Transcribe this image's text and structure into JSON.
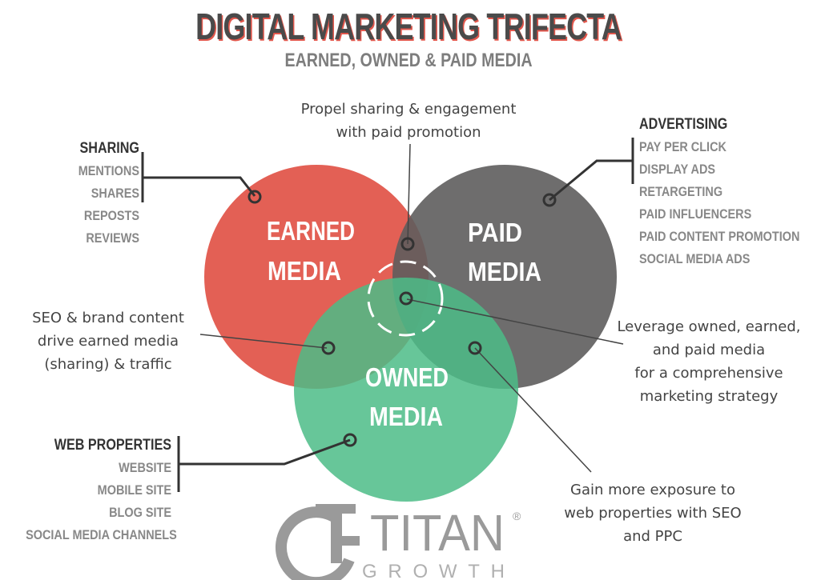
{
  "header": {
    "title": "DIGITAL MARKETING TRIFECTA",
    "subtitle": "EARNED, OWNED & PAID MEDIA"
  },
  "circles": {
    "earned": {
      "line1": "EARNED",
      "line2": "MEDIA",
      "color": "#e2574c"
    },
    "paid": {
      "line1": "PAID",
      "line2": "MEDIA",
      "color": "#6b6a6a"
    },
    "owned": {
      "line1": "OWNED",
      "line2": "MEDIA",
      "color": "#5cc394"
    }
  },
  "notes": {
    "top": [
      "Propel sharing & engagement",
      "with paid promotion"
    ],
    "left": [
      "SEO & brand content",
      "drive earned media",
      "(sharing) & traffic"
    ],
    "right": [
      "Leverage owned, earned,",
      "and paid media",
      "for a comprehensive",
      "marketing strategy"
    ],
    "bottom": [
      "Gain more exposure to",
      "web properties with SEO",
      "and PPC"
    ]
  },
  "lists": {
    "sharing": {
      "head": "SHARING",
      "items": [
        "MENTIONS",
        "SHARES",
        "REPOSTS",
        "REVIEWS"
      ]
    },
    "advertising": {
      "head": "ADVERTISING",
      "items": [
        "PAY PER CLICK",
        "DISPLAY ADS",
        "RETARGETING",
        "PAID INFLUENCERS",
        "PAID CONTENT PROMOTION",
        "SOCIAL MEDIA ADS"
      ]
    },
    "web": {
      "head": "WEB PROPERTIES",
      "items": [
        "WEBSITE",
        "MOBILE SITE",
        "BLOG SITE",
        "SOCIAL MEDIA CHANNELS"
      ]
    }
  },
  "logo": {
    "word": "TITAN",
    "sub": "GROWTH",
    "mark": "®"
  }
}
